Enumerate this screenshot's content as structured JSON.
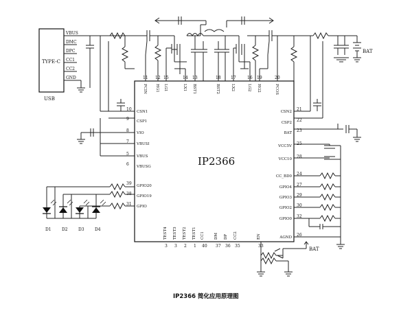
{
  "chip": {
    "name": "IP2366",
    "left_pins": [
      {
        "num": "10",
        "label": "CSN1"
      },
      {
        "num": "9",
        "label": "CSP1"
      },
      {
        "num": "8",
        "label": "VIO"
      },
      {
        "num": "7",
        "label": "VBUSI"
      },
      {
        "num": "5",
        "label": "VBUS"
      },
      {
        "num": "6",
        "label": "VBUSG"
      },
      {
        "num": "39",
        "label": "GPIO20"
      },
      {
        "num": "38",
        "label": "GPIO19"
      },
      {
        "num": "31",
        "label": "GPIO"
      }
    ],
    "top_pins": [
      {
        "num": "11",
        "label": "PCIN"
      },
      {
        "num": "12",
        "label": "HG1"
      },
      {
        "num": "15",
        "label": "LG1"
      },
      {
        "num": "14",
        "label": "LX1"
      },
      {
        "num": "13",
        "label": "BST1"
      },
      {
        "num": "18",
        "label": "BST2"
      },
      {
        "num": "17",
        "label": "LX2"
      },
      {
        "num": "16",
        "label": "LG2"
      },
      {
        "num": "19",
        "label": "HG2"
      },
      {
        "num": "20",
        "label": "PCOS"
      }
    ],
    "right_pins": [
      {
        "num": "21",
        "label": "CSN2"
      },
      {
        "num": "22",
        "label": "CSP2"
      },
      {
        "num": "23",
        "label": "BAT"
      },
      {
        "num": "25",
        "label": "VCC5V"
      },
      {
        "num": "28",
        "label": "VCC10"
      },
      {
        "num": "24",
        "label": "CC_BD0"
      },
      {
        "num": "27",
        "label": "GPIO4"
      },
      {
        "num": "29",
        "label": "GPIO3"
      },
      {
        "num": "30",
        "label": "GPIO2"
      },
      {
        "num": "32",
        "label": "GPIO0"
      },
      {
        "num": "26",
        "label": "AGND"
      }
    ],
    "bottom_pins": [
      {
        "num": "3",
        "label": "TEST4"
      },
      {
        "num": "3",
        "label": "TEST3"
      },
      {
        "num": "2",
        "label": "TEST2"
      },
      {
        "num": "1",
        "label": "TEST1"
      },
      {
        "num": "40",
        "label": "CC1"
      },
      {
        "num": "37",
        "label": "DM"
      },
      {
        "num": "36",
        "label": "DP"
      },
      {
        "num": "35",
        "label": "CC2"
      },
      {
        "num": "33",
        "label": "EN"
      }
    ]
  },
  "connector": {
    "name": "TYPE-C",
    "footer": "USB",
    "pins": [
      "VBUS",
      "DMC",
      "DPC",
      "CC1",
      "CC2",
      "GND"
    ]
  },
  "leds": [
    "D1",
    "D2",
    "D3",
    "D4"
  ],
  "labels": {
    "bat_top": "BAT",
    "bat_bottom": "BAT"
  },
  "caption": "IP2366 简化应用原理图"
}
